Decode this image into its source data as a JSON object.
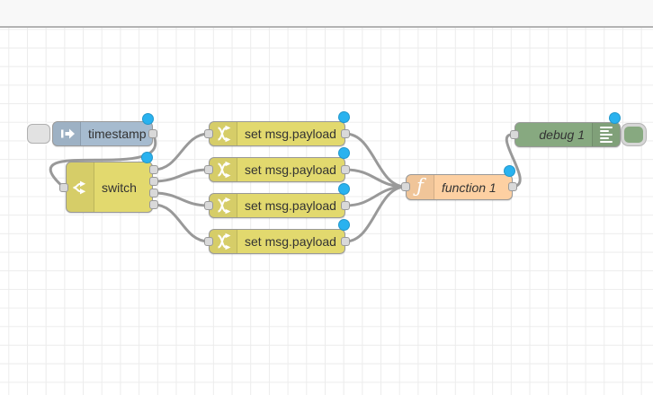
{
  "editor": {
    "name": "Node-RED flow canvas",
    "wire_color": "#999999",
    "port_color": "#d9d9d9",
    "changed_badge_color": "#29b2ef",
    "grid_line_color": "#ececec",
    "canvas_background": "#ffffff",
    "top_strip_background": "#f8f8f8"
  },
  "nodes": {
    "inject": {
      "label": "timestamp",
      "type": "inject",
      "color": "#a6bbcf",
      "icon": "inject-arrow-icon",
      "changed": true,
      "has_button": true
    },
    "switch": {
      "label": "switch",
      "type": "switch",
      "color": "#e2d96e",
      "icon": "branch-arrows-icon",
      "outputs": 4,
      "changed": true
    },
    "change1": {
      "label": "set msg.payload",
      "type": "change",
      "color": "#e2d96e",
      "icon": "shuffle-icon",
      "changed": true
    },
    "change2": {
      "label": "set msg.payload",
      "type": "change",
      "color": "#e2d96e",
      "icon": "shuffle-icon",
      "changed": true
    },
    "change3": {
      "label": "set msg.payload",
      "type": "change",
      "color": "#e2d96e",
      "icon": "shuffle-icon",
      "changed": true
    },
    "change4": {
      "label": "set msg.payload",
      "type": "change",
      "color": "#e2d96e",
      "icon": "shuffle-icon",
      "changed": true
    },
    "function1": {
      "label": "function 1",
      "type": "function",
      "color": "#fdd0a2",
      "icon": "function-f-icon",
      "changed": true
    },
    "debug1": {
      "label": "debug 1",
      "type": "debug",
      "color": "#87a980",
      "icon": "debug-output-icon",
      "changed": true,
      "has_button": true
    }
  },
  "connections": [
    {
      "from": "inject",
      "to": "switch"
    },
    {
      "from": "switch:out1",
      "to": "change1"
    },
    {
      "from": "switch:out2",
      "to": "change2"
    },
    {
      "from": "switch:out3",
      "to": "change3"
    },
    {
      "from": "switch:out4",
      "to": "change4"
    },
    {
      "from": "change1",
      "to": "function1"
    },
    {
      "from": "change2",
      "to": "function1"
    },
    {
      "from": "change3",
      "to": "function1"
    },
    {
      "from": "change4",
      "to": "function1"
    },
    {
      "from": "function1",
      "to": "debug1"
    }
  ]
}
